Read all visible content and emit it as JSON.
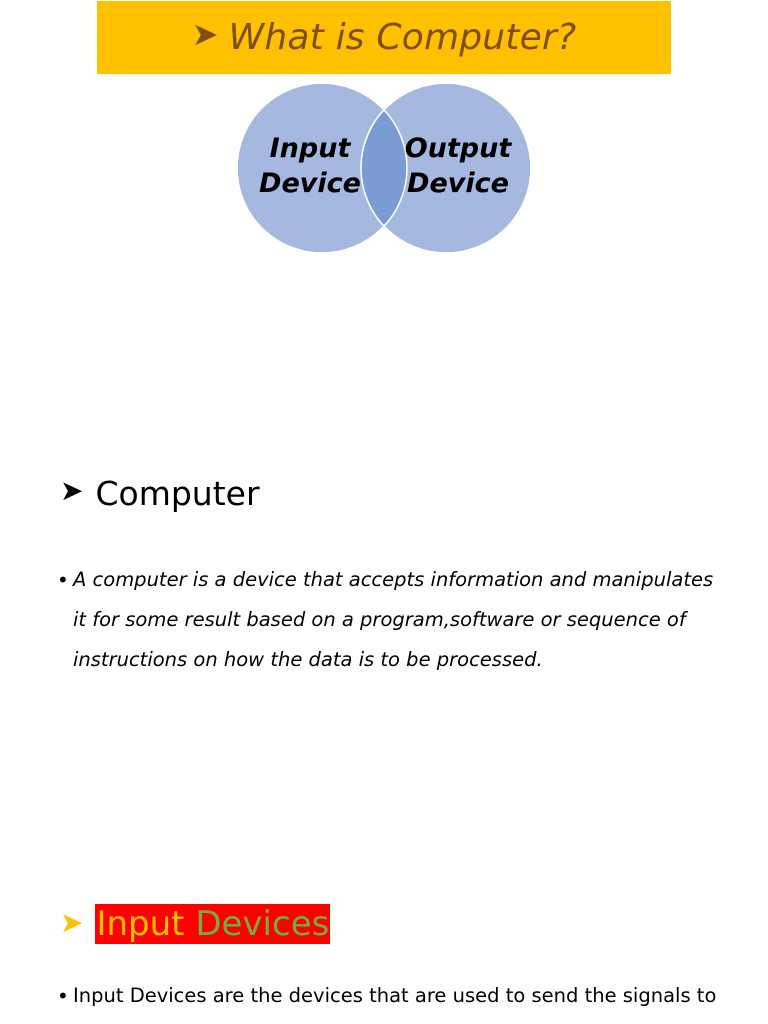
{
  "title": {
    "text": "What is Computer?",
    "arrow_icon": "arrow-bullet-icon",
    "banner_color": "#ffc000",
    "text_color": "#7f4e15"
  },
  "venn": {
    "left_label": "Input Device",
    "right_label": "Output Device",
    "circle_color": "#a5b8e0",
    "overlap_color": "#7b9bd4"
  },
  "section_computer": {
    "heading": "Computer",
    "bullet": "•",
    "text": "A computer is a device that accepts information and manipulates it for some result based on a program,software or sequence of instructions on how the data is to be processed."
  },
  "section_input": {
    "heading_word1": "Input",
    "heading_word2": "Devices",
    "highlight_color": "#ff0000",
    "word1_color": "#ffc000",
    "word2_color": "#70ad47",
    "bullet": "•",
    "text": "Input Devices are the devices that are used to send the signals to"
  }
}
